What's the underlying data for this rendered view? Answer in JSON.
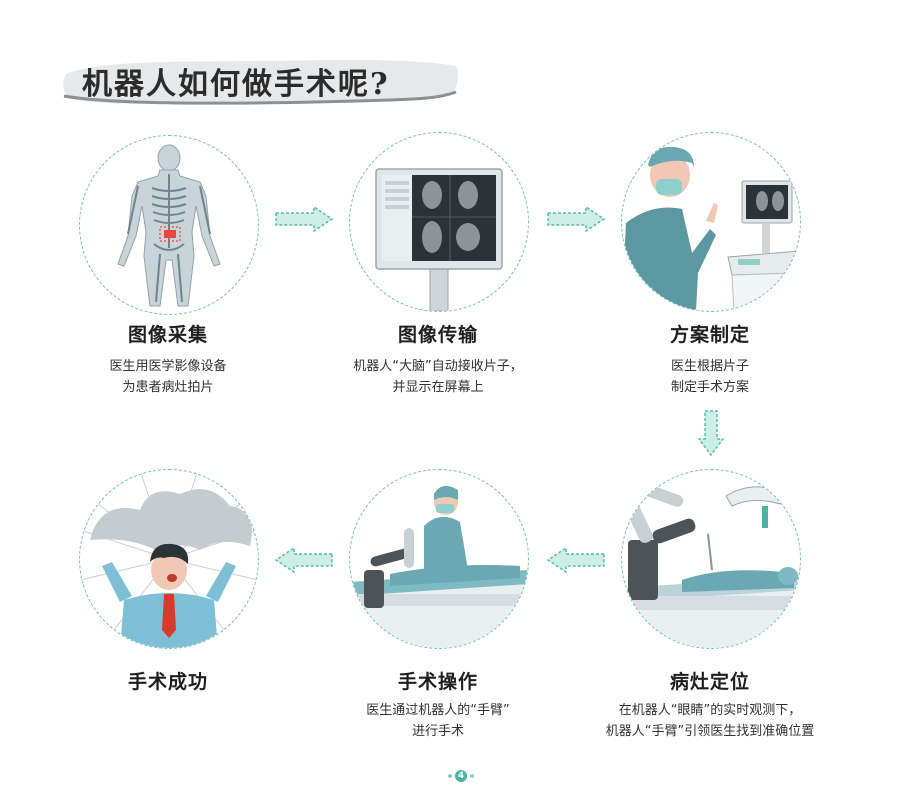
{
  "title": "机器人如何做手术呢?",
  "steps": [
    {
      "title": "图像采集",
      "desc": [
        "医生用医学影像设备",
        "为患者病灶拍片"
      ]
    },
    {
      "title": "图像传输",
      "desc": [
        "机器人“大脑”自动接收片子，",
        "并显示在屏幕上"
      ]
    },
    {
      "title": "方案制定",
      "desc": [
        "医生根据片子",
        "制定手术方案"
      ]
    },
    {
      "title": "病灶定位",
      "desc": [
        "在机器人“眼睛”的实时观测下，",
        "机器人“手臂”引领医生找到准确位置"
      ]
    },
    {
      "title": "手术操作",
      "desc": [
        "医生通过机器人的“手臂”",
        "进行手术"
      ]
    },
    {
      "title": "手术成功",
      "desc": []
    }
  ],
  "page_number": "4",
  "colors": {
    "accent": "#49b4a0",
    "arrow_fill": "#cdeee6",
    "arrow_stroke": "#5bbba6",
    "circle_border": "#72c1b1",
    "scrub": "#6aa9b3"
  }
}
